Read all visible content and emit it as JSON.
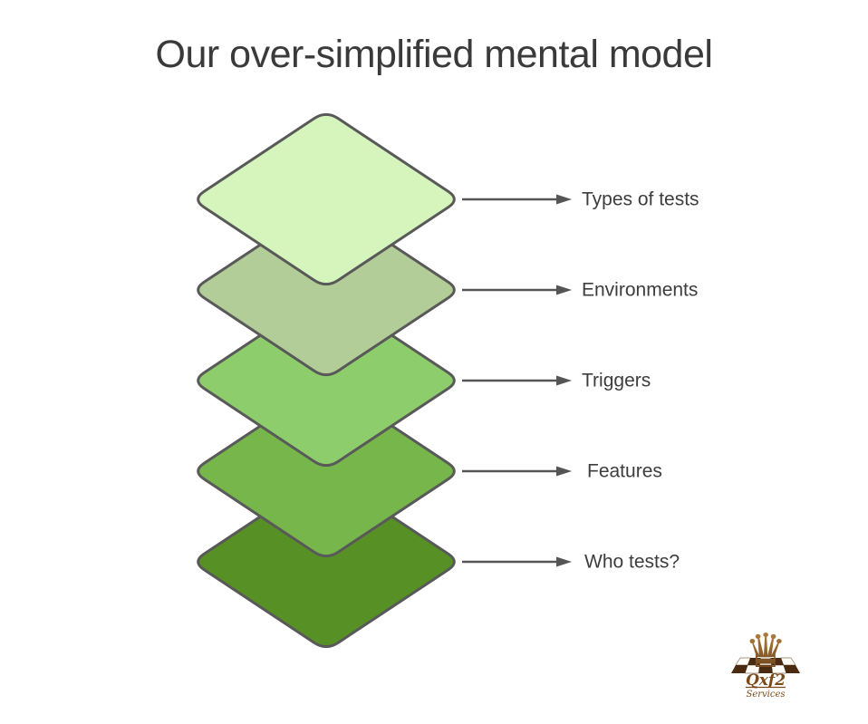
{
  "title": "Our over-simplified mental model",
  "layers": [
    {
      "label": "Types of tests",
      "color": "#d5f5bd"
    },
    {
      "label": "Environments",
      "color": "#b2cd98"
    },
    {
      "label": "Triggers",
      "color": "#8dcd6b"
    },
    {
      "label": "Features",
      "color": "#76b64a"
    },
    {
      "label": "Who tests?",
      "color": "#579125"
    }
  ],
  "style": {
    "background": "#ffffff",
    "outline_color": "#595959",
    "arrow_color": "#555555",
    "label_color": "#3d3d3d",
    "title_color": "#3a3a3a"
  },
  "logo": {
    "name": "Qxf2",
    "subtitle": "Services",
    "icon": "chess-piece-icon",
    "icon_glyph": "♛",
    "text_color": "#7c4a1a",
    "board_dark": "#4a2a10",
    "board_light": "#fffdf8"
  }
}
